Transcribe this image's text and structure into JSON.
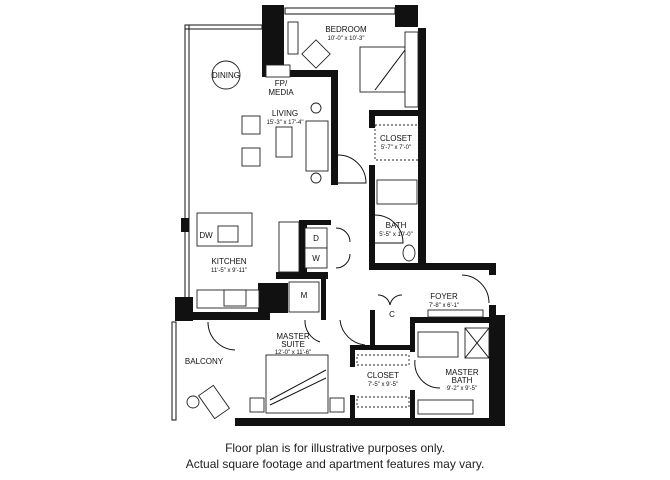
{
  "rooms": {
    "bedroom": {
      "name": "BEDROOM",
      "dims": "10'-0\" x 10'-3\""
    },
    "dining": {
      "name": "DINING"
    },
    "fp_media": {
      "line1": "FP/",
      "line2": "MEDIA"
    },
    "living": {
      "name": "LIVING",
      "dims": "15'-3\" x 17'-4\""
    },
    "closet": {
      "name": "CLOSET",
      "dims": "5'-7\" x 7'-0\""
    },
    "bath": {
      "name": "BATH",
      "dims": "5'-5\" x 10'-0\""
    },
    "kitchen": {
      "name": "KITCHEN",
      "dims": "11'-5\" x 9'-11\""
    },
    "foyer": {
      "name": "FOYER",
      "dims": "7'-8\" x 6'-1\""
    },
    "master_suite": {
      "line1": "MASTER",
      "line2": "SUITE",
      "dims": "12'-0\" x 11'-6\""
    },
    "balcony": {
      "name": "BALCONY"
    },
    "master_closet": {
      "name": "CLOSET",
      "dims": "7'-5\" x 9'-5\""
    },
    "master_bath": {
      "line1": "MASTER",
      "line2": "BATH",
      "dims": "9'-2\" x 9'-5\""
    }
  },
  "appliances": {
    "dw": "DW",
    "dryer": "D",
    "washer": "W",
    "mech": "M",
    "coat_closet": "C"
  },
  "caption": {
    "line1": "Floor plan is for illustrative purposes only.",
    "line2": "Actual square footage and apartment features may vary."
  }
}
